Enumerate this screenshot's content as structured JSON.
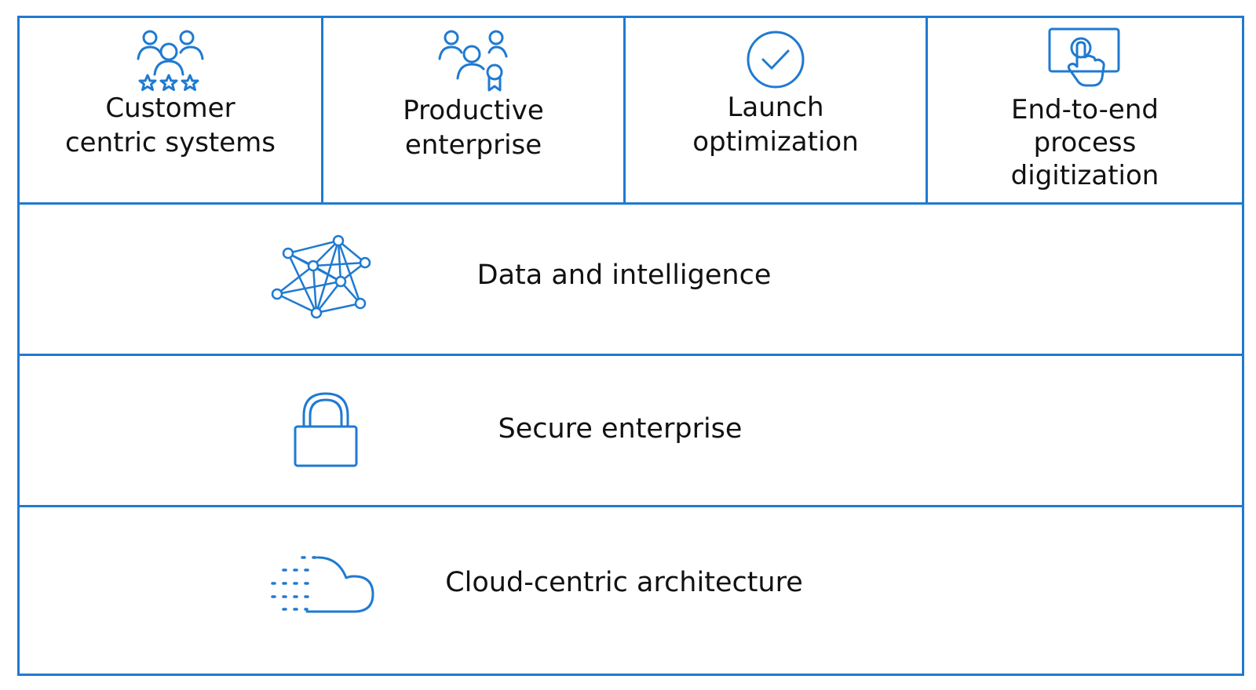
{
  "colors": {
    "accent": "#1f7ad1",
    "text": "#111111",
    "background": "#ffffff"
  },
  "pillars": [
    {
      "label": "Customer\ncentric systems",
      "icon": "customers-rating-icon"
    },
    {
      "label": "Productive\nenterprise",
      "icon": "team-award-icon"
    },
    {
      "label": "Launch\noptimization",
      "icon": "checkmark-circle-icon"
    },
    {
      "label": "End-to-end\nprocess\ndigitization",
      "icon": "touch-screen-icon"
    }
  ],
  "layers": [
    {
      "label": "Data and intelligence",
      "icon": "network-graph-icon"
    },
    {
      "label": "Secure enterprise",
      "icon": "lock-icon"
    },
    {
      "label": "Cloud-centric architecture",
      "icon": "cloud-icon"
    }
  ]
}
